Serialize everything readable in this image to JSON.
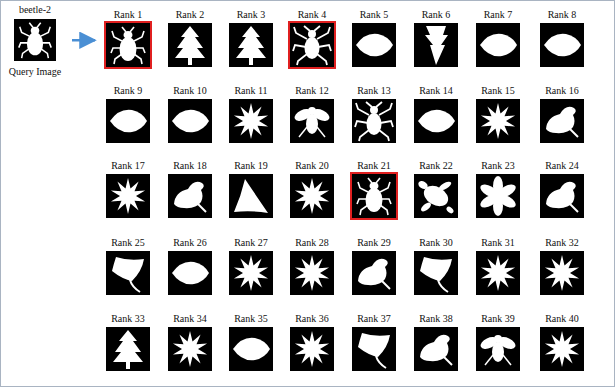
{
  "diagram": {
    "nodes": [
      {
        "text": [
          "beetle-2",
          "Query Image"
        ]
      },
      {
        "text": [
          "Rank 1"
        ]
      },
      {
        "text": [
          "Rank 2"
        ]
      },
      {
        "text": [
          "Rank 3"
        ]
      },
      {
        "text": [
          "Rank 4"
        ]
      },
      {
        "text": [
          "Rank 5"
        ]
      },
      {
        "text": [
          "Rank 6"
        ]
      },
      {
        "text": [
          "Rank 7"
        ]
      },
      {
        "text": [
          "Rank 8"
        ]
      },
      {
        "text": [
          "Rank 9"
        ]
      },
      {
        "text": [
          "Rank 10"
        ]
      },
      {
        "text": [
          "Rank 11"
        ]
      },
      {
        "text": [
          "Rank 12"
        ]
      },
      {
        "text": [
          "Rank 13"
        ]
      },
      {
        "text": [
          "Rank 14"
        ]
      },
      {
        "text": [
          "Rank 15"
        ]
      },
      {
        "text": [
          "Rank 16"
        ]
      },
      {
        "text": [
          "Rank 17"
        ]
      },
      {
        "text": [
          "Rank 18"
        ]
      },
      {
        "text": [
          "Rank 19"
        ]
      },
      {
        "text": [
          "Rank 20"
        ]
      },
      {
        "text": [
          "Rank 21"
        ]
      },
      {
        "text": [
          "Rank 22"
        ]
      },
      {
        "text": [
          "Rank 23"
        ]
      },
      {
        "text": [
          "Rank 24"
        ]
      },
      {
        "text": [
          "Rank 25"
        ]
      },
      {
        "text": [
          "Rank 26"
        ]
      },
      {
        "text": [
          "Rank 27"
        ]
      },
      {
        "text": [
          "Rank 28"
        ]
      },
      {
        "text": [
          "Rank 29"
        ]
      },
      {
        "text": [
          "Rank 30"
        ]
      },
      {
        "text": [
          "Rank 31"
        ]
      },
      {
        "text": [
          "Rank 32"
        ]
      },
      {
        "text": [
          "Rank 33"
        ]
      },
      {
        "text": [
          "Rank 34"
        ]
      },
      {
        "text": [
          "Rank 35"
        ]
      },
      {
        "text": [
          "Rank 36"
        ]
      },
      {
        "text": [
          "Rank 37"
        ]
      },
      {
        "text": [
          "Rank 38"
        ]
      },
      {
        "text": [
          "Rank 39"
        ]
      },
      {
        "text": [
          "Rank 40"
        ]
      }
    ],
    "edges": [
      {
        "from": 0,
        "to": 1,
        "arrow": "to"
      }
    ]
  }
}
